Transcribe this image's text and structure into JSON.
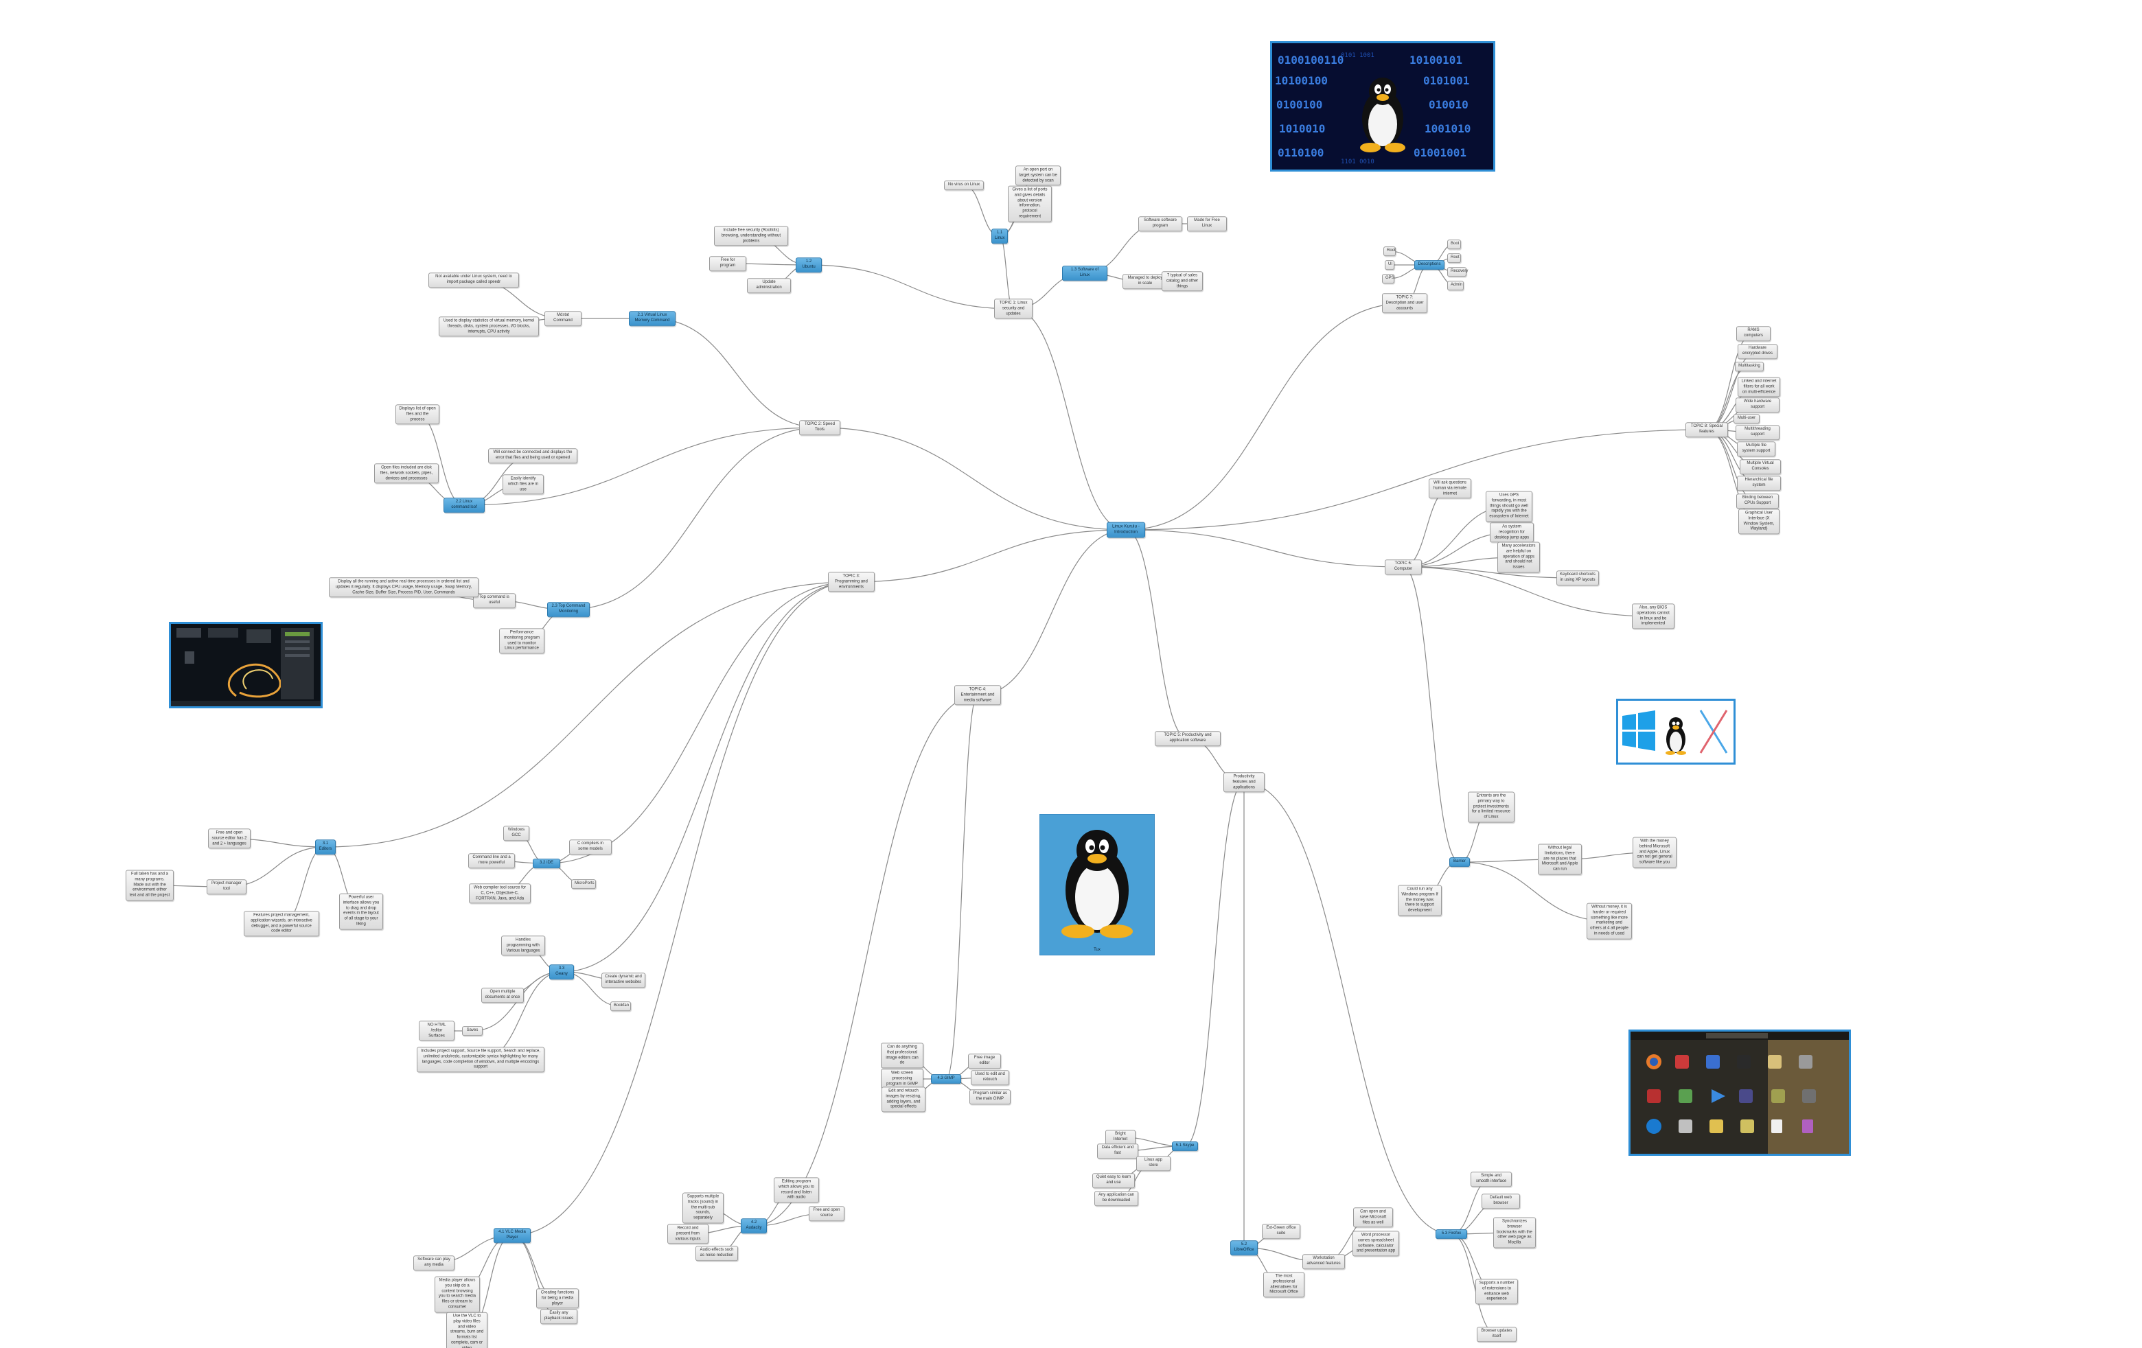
{
  "title": "Linux Kurulu - Introduction",
  "colors": {
    "edge": "#8a8a8a",
    "node_fill": "#e4e4e4",
    "node_blue": "#4ea3da",
    "frame": "#2a78ad"
  },
  "nodes": [
    {
      "id": "root",
      "text": "Linux Kurulu - Introduction",
      "style": "root"
    },
    {
      "id": "t1",
      "text": "TOPIC 1: Linux security and updates"
    },
    {
      "id": "t1-1",
      "text": "1.1 Linux",
      "style": "blue"
    },
    {
      "id": "t1-1a",
      "text": "No virus on Linux"
    },
    {
      "id": "t1-1b",
      "text": "An open port on target system can be detected by scan"
    },
    {
      "id": "t1-1c",
      "text": "Gives a list of ports and gives details about version information, protocol requirement"
    },
    {
      "id": "t1-2",
      "text": "1.2 Ubuntu",
      "style": "blue"
    },
    {
      "id": "t1-2a",
      "text": "Include free security (Rootkits) browsing, understanding without problems"
    },
    {
      "id": "t1-2b",
      "text": "Free for program"
    },
    {
      "id": "t1-2c",
      "text": "Update administration"
    },
    {
      "id": "t1-3",
      "text": "1.3 Software of Linux",
      "style": "blue"
    },
    {
      "id": "t1-3a",
      "text": "Software software program"
    },
    {
      "id": "t1-3b",
      "text": "Made for Free Linux"
    },
    {
      "id": "t1-3c",
      "text": "Managed to deploy in scale"
    },
    {
      "id": "t1-3d",
      "text": "7 typical of sales catalog and other things"
    },
    {
      "id": "t2",
      "text": "TOPIC 2: Speed Tools"
    },
    {
      "id": "t2-1",
      "text": "2.1 Virtual Linux Memory Command",
      "style": "blue"
    },
    {
      "id": "t2-1a",
      "text": "Mdstat Command"
    },
    {
      "id": "t2-1b",
      "text": "Not available under Linux system, need to import package called speedr"
    },
    {
      "id": "t2-1c",
      "text": "Used to display statistics of virtual memory, kernel threads, disks, system processes, I/O blocks, interrupts, CPU activity"
    },
    {
      "id": "t2-2",
      "text": "2.2 Linux command lsof",
      "style": "blue"
    },
    {
      "id": "t2-2a",
      "text": "Displays list of open files and the process"
    },
    {
      "id": "t2-2b",
      "text": "Open files included are disk files, network sockets, pipes, devices and processes"
    },
    {
      "id": "t2-2c",
      "text": "Will connect be connected and displays the error that files and being used or opened"
    },
    {
      "id": "t2-2d",
      "text": "Easily identify which files are in use"
    },
    {
      "id": "t2-3",
      "text": "2.3 Top Command Monitoring",
      "style": "blue"
    },
    {
      "id": "t2-3a",
      "text": "Top command is useful"
    },
    {
      "id": "t2-3b",
      "text": "Display all the running and active real-time processes in ordered list and updates it regularly. It displays CPU usage, Memory usage, Swap Memory, Cache Size, Buffer Size, Process PID, User, Commands"
    },
    {
      "id": "t2-3c",
      "text": "Performance monitoring program used to monitor Linux performance"
    },
    {
      "id": "t3",
      "text": "TOPIC 3: Programming and environments"
    },
    {
      "id": "t3-1",
      "text": "3.1 Editors",
      "style": "blue"
    },
    {
      "id": "t3-1a",
      "text": "Free and open source editor has 2 and 2 + languages"
    },
    {
      "id": "t3-1b",
      "text": "Full taken has and a many programs. Made out with the environment either text and all the project"
    },
    {
      "id": "t3-1c",
      "text": "Project manager tool"
    },
    {
      "id": "t3-1d",
      "text": "Features project management, application wizards, an interactive debugger, and a powerful source code editor"
    },
    {
      "id": "t3-1e",
      "text": "Powerful user interface allows you to drag and drop events in the layout of all stage to your liking"
    },
    {
      "id": "t3-2",
      "text": "3.2 IDE",
      "style": "blue"
    },
    {
      "id": "t3-2a",
      "text": "Windows GCC"
    },
    {
      "id": "t3-2b",
      "text": "Command line and a more powerful"
    },
    {
      "id": "t3-2c",
      "text": "Web compiler tool source for C, C++, Objective-C, FORTRAN, Java, and Ada"
    },
    {
      "id": "t3-2d",
      "text": "C compilers in some models"
    },
    {
      "id": "t3-2e",
      "text": "MicroPorts"
    },
    {
      "id": "t3-3",
      "text": "3.3 Geany",
      "style": "blue"
    },
    {
      "id": "t3-3a",
      "text": "Handles programming with Various languages"
    },
    {
      "id": "t3-3b",
      "text": "Open multiple documents at once"
    },
    {
      "id": "t3-3c",
      "text": "Create dynamic and interactive websites"
    },
    {
      "id": "t3-3d",
      "text": "Bookfan"
    },
    {
      "id": "t3-3e",
      "text": "Saves"
    },
    {
      "id": "t3-3f",
      "text": "NO HTML /editor Surfaces"
    },
    {
      "id": "t3-3g",
      "text": "Includes project support, Source file support, Search and replace, unlimited undo/redo, customizable syntax highlighting for many languages, code completion of windows, and multiple encodings support"
    },
    {
      "id": "t4",
      "text": "TOPIC 4: Entertainment and media software"
    },
    {
      "id": "t4-1",
      "text": "4.1 VLC Media Player",
      "style": "blue"
    },
    {
      "id": "t4-1a",
      "text": "Software can play any media"
    },
    {
      "id": "t4-1b",
      "text": "Media player allows you skip do a content browsing you to search media files or stream to consumer"
    },
    {
      "id": "t4-1c",
      "text": "Use the VLC to play video files and video streams, burn and formats list complete, cam or video"
    },
    {
      "id": "t4-1d",
      "text": "Creating functions for being a media player"
    },
    {
      "id": "t4-1e",
      "text": "Easily any playback issues"
    },
    {
      "id": "t4-2",
      "text": "4.2 Audacity",
      "style": "blue"
    },
    {
      "id": "t4-2a",
      "text": "Supports multiple tracks (sound) in the multi-sub sounds, separately"
    },
    {
      "id": "t4-2b",
      "text": "Record and present from various inputs"
    },
    {
      "id": "t4-2c",
      "text": "Audio effects such as noise reduction"
    },
    {
      "id": "t4-2d",
      "text": "Editing program which allows you to record and listen with audio"
    },
    {
      "id": "t4-2e",
      "text": "Free and open source"
    },
    {
      "id": "t4-3",
      "text": "4.3 GIMP",
      "style": "blue"
    },
    {
      "id": "t4-3a",
      "text": "Can do anything that professional image editors can do"
    },
    {
      "id": "t4-3b",
      "text": "Web screen processing program in GIMP"
    },
    {
      "id": "t4-3c",
      "text": "Edit and retouch images by resizing, adding layers, and special effects"
    },
    {
      "id": "t4-3d",
      "text": "Free image editor"
    },
    {
      "id": "t4-3e",
      "text": "Used to edit and retouch"
    },
    {
      "id": "t4-3f",
      "text": "Program similar as the main GIMP"
    },
    {
      "id": "t5",
      "text": "TOPIC 5: Productivity and application software"
    },
    {
      "id": "t5-0",
      "text": "Productivity features and applications"
    },
    {
      "id": "t5-1",
      "text": "5.1 Skype",
      "style": "blue"
    },
    {
      "id": "t5-1a",
      "text": "Bright Internet"
    },
    {
      "id": "t5-1b",
      "text": "Data efficient and fast"
    },
    {
      "id": "t5-1c",
      "text": "Linux app store"
    },
    {
      "id": "t5-1d",
      "text": "Quiet easy to learn and use"
    },
    {
      "id": "t5-1e",
      "text": "Any application can be downloaded"
    },
    {
      "id": "t5-2",
      "text": "5.2 LibreOffice",
      "style": "blue"
    },
    {
      "id": "t5-2a",
      "text": "Ext-Green office suite"
    },
    {
      "id": "t5-2b",
      "text": "Workstation advanced features"
    },
    {
      "id": "t5-2c",
      "text": "Can open and save Microsoft files as well"
    },
    {
      "id": "t5-2d",
      "text": "Word processor comes spreadsheet software, calculator and presentation app"
    },
    {
      "id": "t5-2e",
      "text": "The most professional alternatives for Microsoft Office"
    },
    {
      "id": "t5-3",
      "text": "5.3 Firefox",
      "style": "blue"
    },
    {
      "id": "t5-3a",
      "text": "Simple and smooth interface"
    },
    {
      "id": "t5-3b",
      "text": "Default web browser"
    },
    {
      "id": "t5-3c",
      "text": "Synchronizes browser bookmarks with the other web page as Mozilla"
    },
    {
      "id": "t5-3d",
      "text": "Supports a number of extensions to enhance web experience"
    },
    {
      "id": "t5-3e",
      "text": "Browser updates itself"
    },
    {
      "id": "t6",
      "text": "TOPIC 6: Computer"
    },
    {
      "id": "t6a",
      "text": "Will ask questions human via remote internet"
    },
    {
      "id": "t6b",
      "text": "Uses GPS forwarding, in most things should go well rapidly you with the ecosystem of Internet"
    },
    {
      "id": "t6c",
      "text": "As system recognition for desktop jump apps"
    },
    {
      "id": "t6d",
      "text": "Many accelerators are helpful on operation of apps and should not issues"
    },
    {
      "id": "t6e",
      "text": "Keyboard shortcuts in using XP layouts"
    },
    {
      "id": "t6f",
      "text": "Also, any BIOS operations cannot in linux and be implemented"
    },
    {
      "id": "t6-1",
      "text": "Barrier",
      "style": "blue"
    },
    {
      "id": "t6-1a",
      "text": "Entrants are the primary way to protect investments for a limited resource of Linux"
    },
    {
      "id": "t6-1b",
      "text": "Without legal limitations, there are no places that Microsoft and Apple can run"
    },
    {
      "id": "t6-1c",
      "text": "With the money behind Microsoft and Apple, Linux can not get general software like you"
    },
    {
      "id": "t6-1d",
      "text": "Without money, it is harder or required something like more marketing and others at 4 all people in needs of used"
    },
    {
      "id": "t6-1e",
      "text": "Could run any Windows program If the money was there to support development"
    },
    {
      "id": "t7",
      "text": "TOPIC 7: Description and user accounts"
    },
    {
      "id": "t7-1",
      "text": "Descriptions",
      "style": "blue"
    },
    {
      "id": "t7-1a",
      "text": "Root"
    },
    {
      "id": "t7-1b",
      "text": "UI"
    },
    {
      "id": "t7-1c",
      "text": "GPS"
    },
    {
      "id": "t7-1d",
      "text": "Boot"
    },
    {
      "id": "t7-1e",
      "text": "Root"
    },
    {
      "id": "t7-1f",
      "text": "Recovery"
    },
    {
      "id": "t7-1g",
      "text": "Admin"
    },
    {
      "id": "t8",
      "text": "TOPIC 8: Special features"
    },
    {
      "id": "t8a",
      "text": "RAMS computers"
    },
    {
      "id": "t8b",
      "text": "Hardware encrypted drives"
    },
    {
      "id": "t8c",
      "text": "Multitasking"
    },
    {
      "id": "t8d",
      "text": "Linked and internet filters for all work on multi-efficience"
    },
    {
      "id": "t8e",
      "text": "Wide hardware support"
    },
    {
      "id": "t8f",
      "text": "Multi-user"
    },
    {
      "id": "t8g",
      "text": "Multithreading support"
    },
    {
      "id": "t8h",
      "text": "Multiple file system support"
    },
    {
      "id": "t8i",
      "text": "Multiple Virtual Consoles"
    },
    {
      "id": "t8j",
      "text": "Hierarchical file system"
    },
    {
      "id": "t8k",
      "text": "Binding between CPUs Support"
    },
    {
      "id": "t8l",
      "text": "Graphical User Interface (X Window System, Wayland)"
    }
  ],
  "images": [
    {
      "name": "linux-binary-banner",
      "alt": "Tux on binary background"
    },
    {
      "name": "linux-desktop-screenshot",
      "alt": "Linux desktop screenshot"
    },
    {
      "name": "windows-tux-mac-logos",
      "alt": "Windows, Tux and Mac logos"
    },
    {
      "name": "tux-portrait",
      "alt": "Tux penguin",
      "caption": "Tux"
    },
    {
      "name": "app-launcher-screenshot",
      "alt": "Application launcher screenshot"
    }
  ]
}
